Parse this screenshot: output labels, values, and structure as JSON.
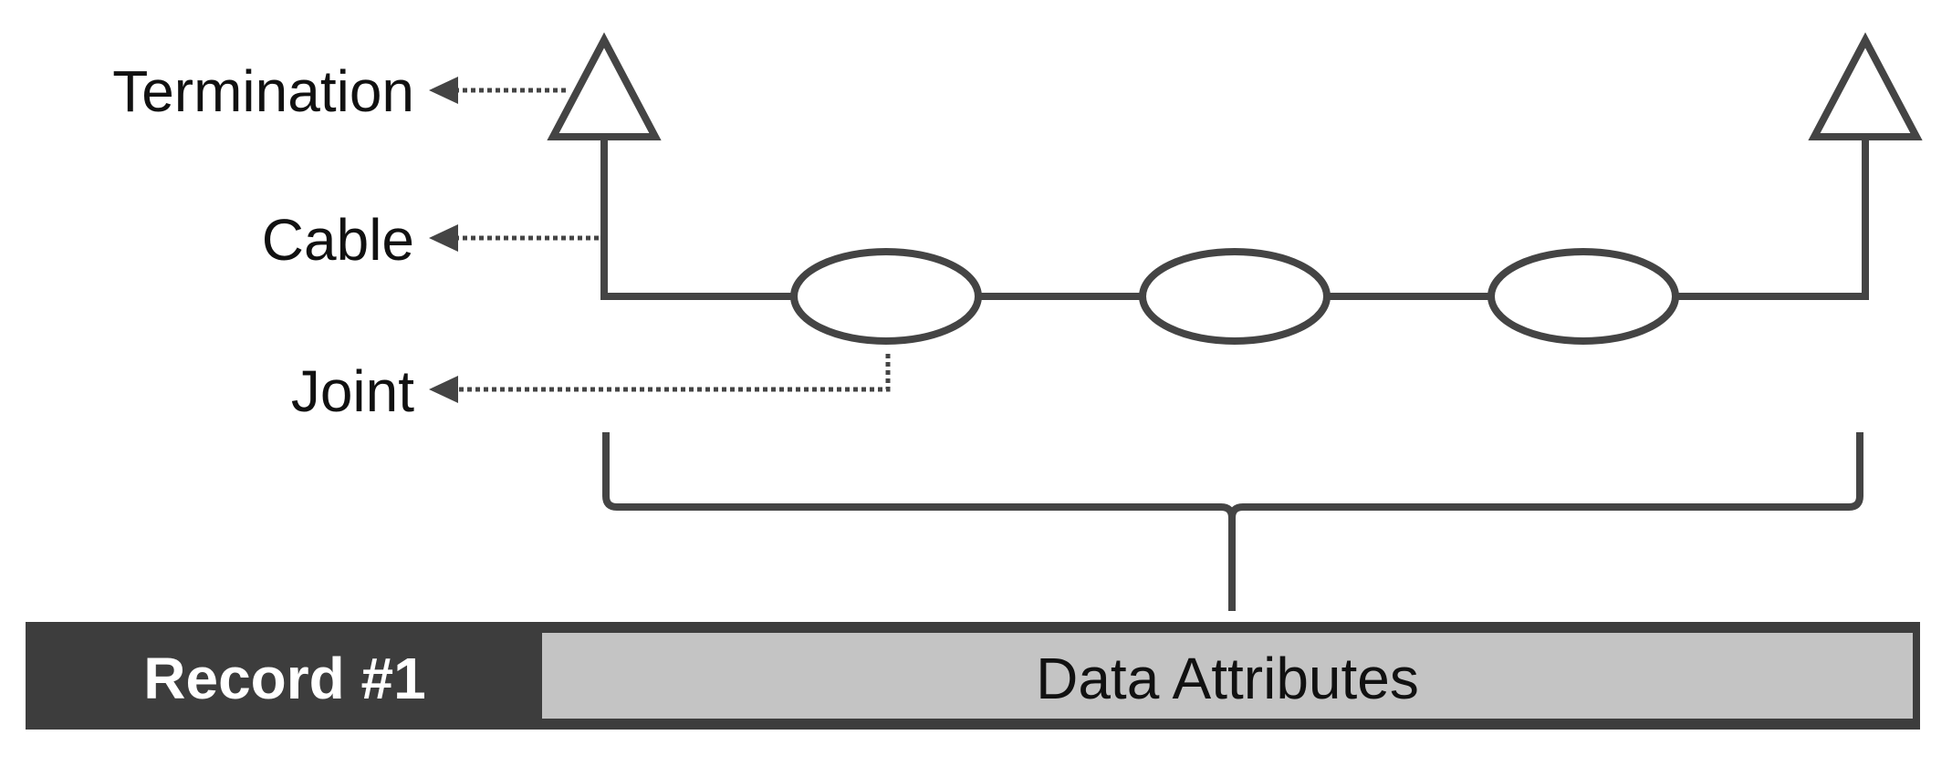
{
  "labels": {
    "termination": "Termination",
    "cable": "Cable",
    "joint": "Joint"
  },
  "record": {
    "id_label": "Record #1",
    "attributes_label": "Data Attributes"
  },
  "colors": {
    "line": "#444444",
    "record_dark": "#3d3d3d",
    "record_light": "#c4c4c4",
    "record_text_light": "#ffffff",
    "record_text_dark": "#111111"
  },
  "icons": {
    "termination": "triangle-outline",
    "joint": "ellipse-outline"
  }
}
